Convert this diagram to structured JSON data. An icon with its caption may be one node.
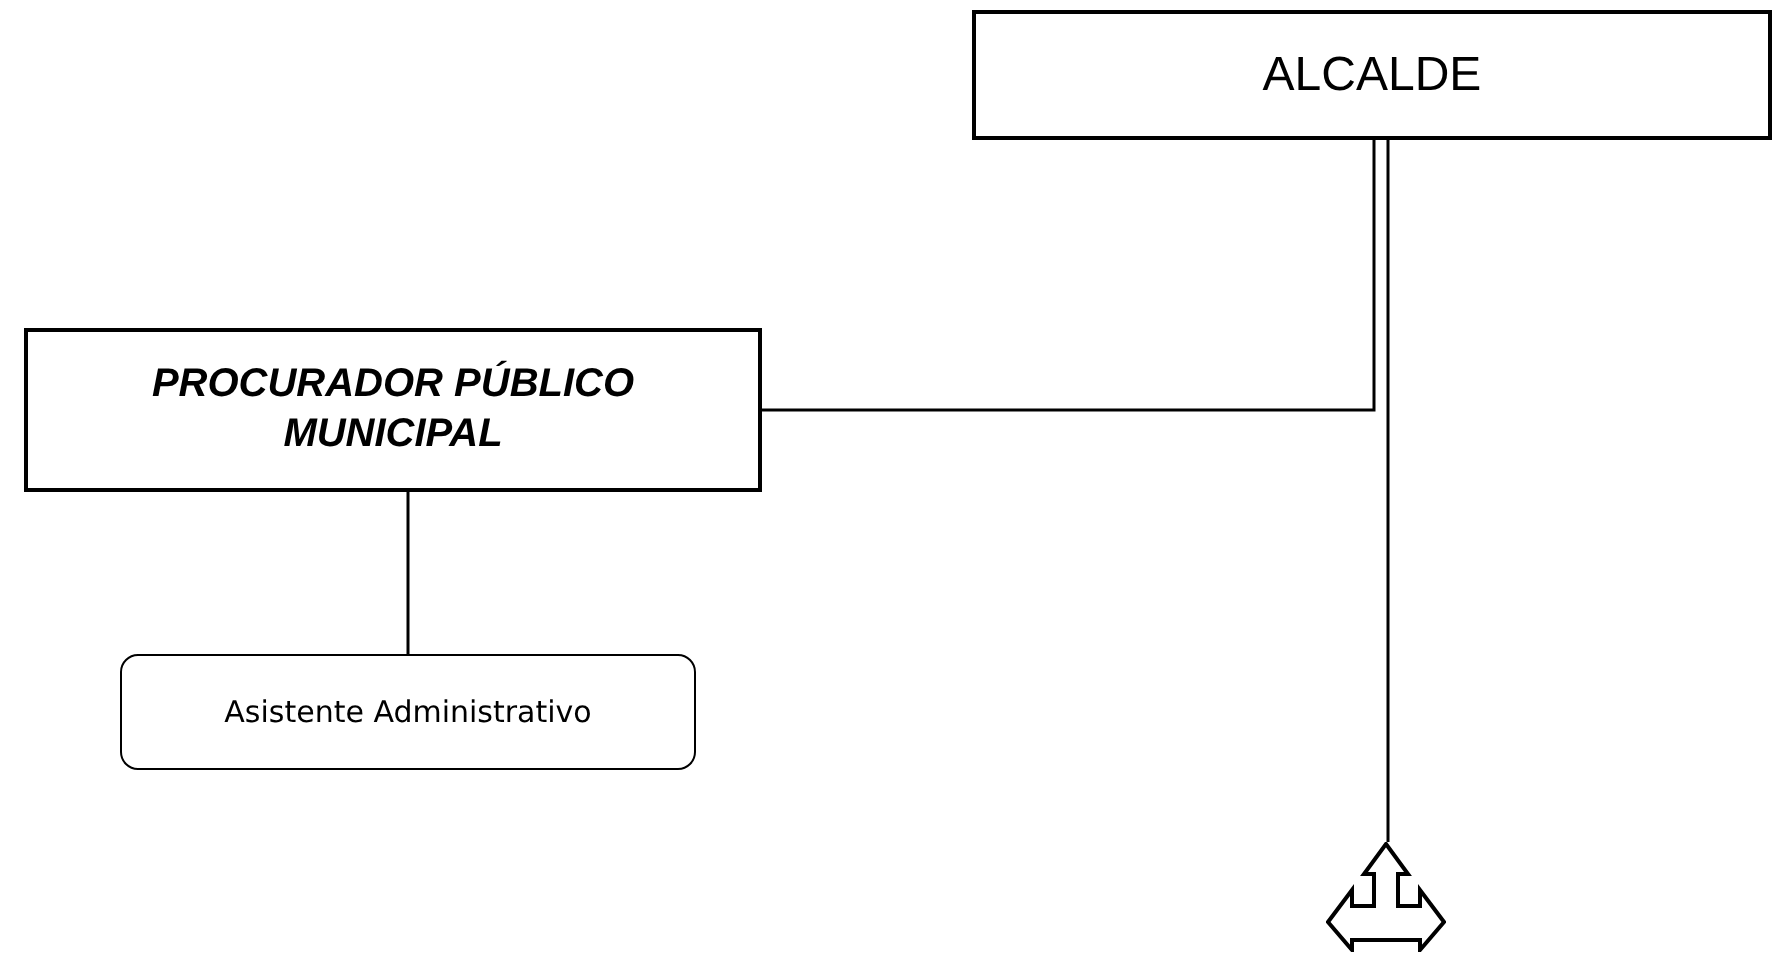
{
  "diagram": {
    "nodes": [
      {
        "text": [
          "ALCALDE"
        ]
      },
      {
        "text": [
          "PROCURADOR PÚBLICO MUNICIPAL"
        ]
      },
      {
        "text": [
          "Asistente Administrativo"
        ]
      },
      {
        "text": [],
        "shape": "arrow"
      }
    ],
    "edges": [
      {
        "from": 1,
        "to": 0,
        "arrow": "none"
      },
      {
        "from": 1,
        "to": 2,
        "arrow": "none"
      },
      {
        "from": 0,
        "to": 3,
        "arrow": "none"
      }
    ]
  }
}
